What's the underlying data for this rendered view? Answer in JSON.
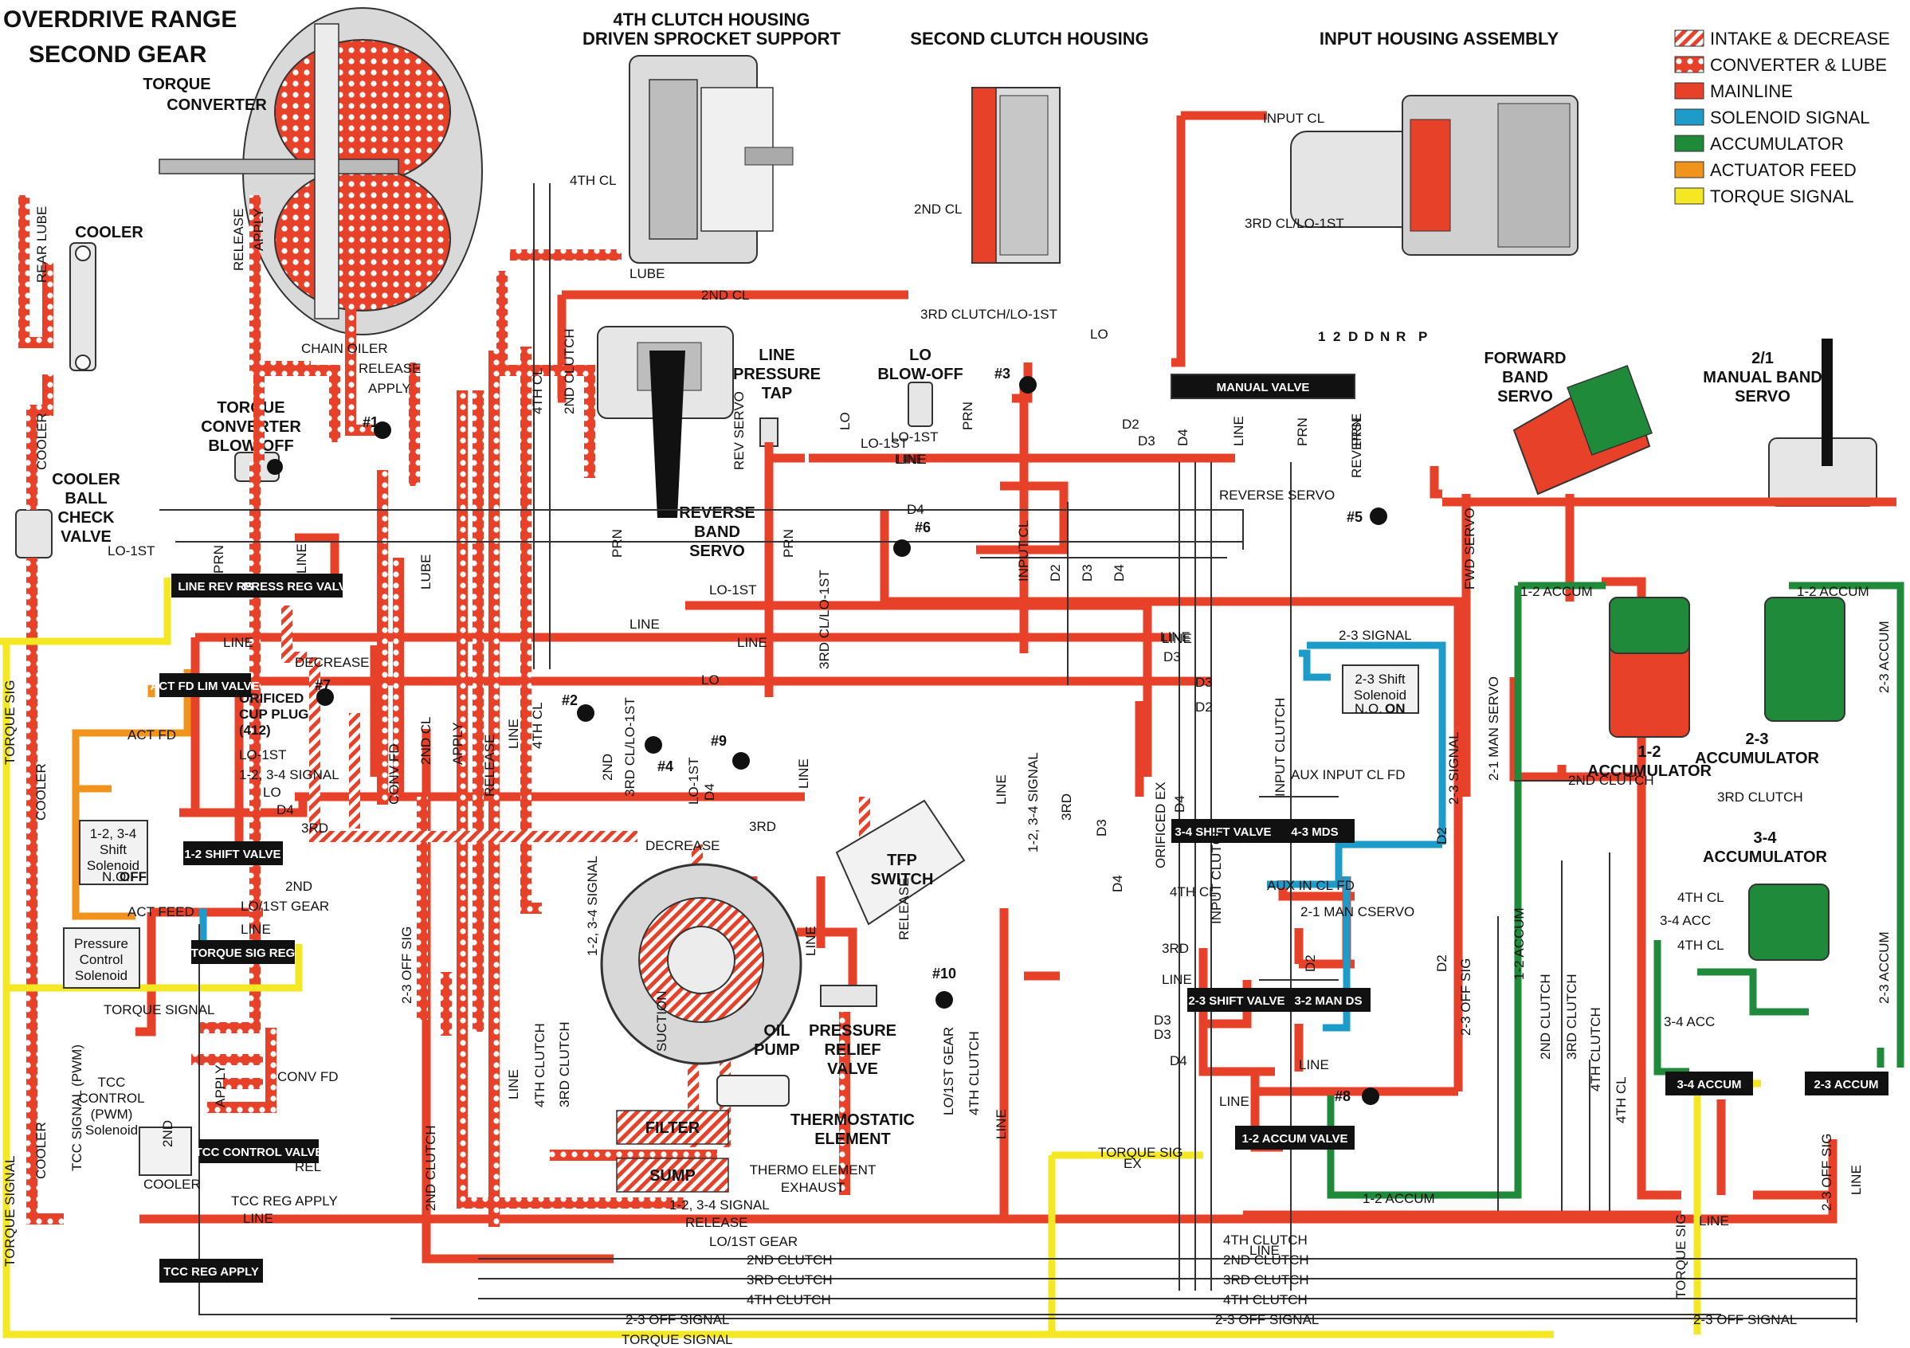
{
  "title": [
    "OVERDRIVE RANGE",
    "SECOND GEAR"
  ],
  "headers": {
    "torque_converter": [
      "TORQUE",
      "CONVERTER"
    ],
    "fourth_clutch": [
      "4TH CLUTCH HOUSING",
      "DRIVEN SPROCKET SUPPORT"
    ],
    "second_clutch": "SECOND CLUTCH HOUSING",
    "input_housing": "INPUT HOUSING ASSEMBLY",
    "cooler": "COOLER",
    "cooler_ball": [
      "COOLER",
      "BALL",
      "CHECK",
      "VALVE"
    ],
    "tc_blowoff": [
      "TORQUE",
      "CONVERTER",
      "BLOW-OFF"
    ],
    "line_pressure_tap": [
      "LINE",
      "PRESSURE",
      "TAP"
    ],
    "lo_blowoff": [
      "LO",
      "BLOW-OFF"
    ],
    "reverse_band_servo": [
      "REVERSE",
      "BAND",
      "SERVO"
    ],
    "forward_band_servo": [
      "FORWARD",
      "BAND",
      "SERVO"
    ],
    "manual_band_servo": [
      "2/1",
      "MANUAL BAND",
      "SERVO"
    ],
    "accum_12": [
      "1-2",
      "ACCUMULATOR"
    ],
    "accum_23": [
      "2-3",
      "ACCUMULATOR"
    ],
    "accum_34": [
      "3-4",
      "ACCUMULATOR"
    ],
    "tfp_switch": [
      "TFP",
      "SWITCH"
    ],
    "oil_pump": [
      "OIL",
      "PUMP"
    ],
    "pressure_relief": [
      "PRESSURE",
      "RELIEF",
      "VALVE"
    ],
    "thermostatic": [
      "THERMOSTATIC",
      "ELEMENT"
    ],
    "thermo_exhaust": [
      "THERMO ELEMENT",
      "EXHAUST"
    ],
    "filter": "FILTER",
    "sump": "SUMP",
    "suction": "SUCTION",
    "orificed_plug": [
      "ORIFICED",
      "CUP PLUG",
      "(412)"
    ],
    "shift_sol_12": [
      "1-2, 3-4",
      "Shift",
      "Solenoid"
    ],
    "shift_sol_23": [
      "2-3 Shift",
      "Solenoid"
    ],
    "pcs": [
      "Pressure",
      "Control",
      "Solenoid"
    ],
    "tcc_sol": [
      "TCC",
      "CONTROL",
      "(PWM)",
      "Solenoid"
    ],
    "range_letters": [
      "1",
      "2",
      "D",
      "D",
      "N",
      "R",
      "P"
    ],
    "sol_off": "OFF",
    "sol_on": "ON",
    "sol_no": "N.O."
  },
  "legend": [
    {
      "label": "INTAKE & DECREASE",
      "color": "#e8412a",
      "pattern": "hatch"
    },
    {
      "label": "CONVERTER & LUBE",
      "color": "#e8412a",
      "pattern": "dots"
    },
    {
      "label": "MAINLINE",
      "color": "#e8412a",
      "pattern": "solid"
    },
    {
      "label": "SOLENOID SIGNAL",
      "color": "#1d9bc9",
      "pattern": "solid"
    },
    {
      "label": "ACCUMULATOR",
      "color": "#1f8a3a",
      "pattern": "solid"
    },
    {
      "label": "ACTUATOR FEED",
      "color": "#f0941e",
      "pattern": "solid"
    },
    {
      "label": "TORQUE SIGNAL",
      "color": "#f3e823",
      "pattern": "solid"
    }
  ],
  "valves": {
    "manual": "MANUAL VALVE",
    "line_rev": "LINE REV RST",
    "press_reg": "PRESS REG VALVE",
    "act_fd_lim": "ACT FD LIM VALVE",
    "shift_12": "1-2 SHIFT VALVE",
    "torque_sig_reg": "TORQUE SIG REG",
    "tcc_control": "TCC CONTROL VALVE",
    "tcc_reg": "TCC REG APPLY",
    "shift_34": "3-4 SHIFT VALVE",
    "mds_43": "4-3 MDS",
    "shift_23": "2-3 SHIFT VALVE",
    "man_ds_32": "3-2 MAN DS",
    "accum_12": "1-2 ACCUM VALVE",
    "accum_34": "3-4 ACCUM",
    "accum_23": "2-3 ACCUM"
  },
  "checkballs": [
    "#1",
    "#2",
    "#3",
    "#4",
    "#5",
    "#6",
    "#7",
    "#8",
    "#9",
    "#10"
  ],
  "passages": {
    "lube": "LUBE",
    "cl2": "2ND CL",
    "cl4": "4TH CL",
    "input_cl": "INPUT CL",
    "cl3_lo1": "3RD CL/LO-1ST",
    "cl3_lo1_b": "3RD CLUTCH/LO-1ST",
    "lo": "LO",
    "chain_oiler": "CHAIN OILER",
    "release": "RELEASE",
    "apply": "APPLY",
    "rear_lube": "REAR LUBE",
    "cooler": "COOLER",
    "lo1st": "LO-1ST",
    "line": "LINE",
    "rev_servo": "REV SERVO",
    "reverse_servo": "REVERSE SERVO",
    "prn": "PRN",
    "d2": "D2",
    "d3": "D3",
    "d4": "D4",
    "reverse": "REVERSE",
    "fwd_servo": "FWD SERVO",
    "man_servo": "2-1 MAN SERVO",
    "accum12": "1-2 ACCUM",
    "accum23": "2-3 ACCUM",
    "signal23": "2-3 SIGNAL",
    "decrease": "DECREASE",
    "act_fd": "ACT FD",
    "act_feed": "ACT FEED",
    "sig_1234": "1-2, 3-4 SIGNAL",
    "lo1st_gear": "LO/1ST GEAR",
    "cl2nd": "2ND CLUTCH",
    "cl3rd": "3RD CLUTCH",
    "cl4th": "4TH CLUTCH",
    "second": "2ND",
    "third": "3RD",
    "torque_signal": "TORQUE SIGNAL",
    "torque_sig": "TORQUE SIG",
    "off_sig23": "2-3 OFF SIG",
    "off_signal23": "2-3 OFF SIGNAL",
    "conv_fd": "CONV FD",
    "rel": "REL",
    "tcc_reg_apply": "TCC REG APPLY",
    "tcc_signal": "TCC SIGNAL (PWM)",
    "aux_input": "AUX INPUT CL FD",
    "aux_in": "AUX IN CL FD",
    "man_cservo": "2-1 MAN CSERVO",
    "orificed_ex": "ORIFICED EX",
    "input_clutch": "INPUT CLUTCH",
    "acc34": "3-4 ACC",
    "ex": "EX",
    "cl2_lo1": "3RD CL/LO-1ST",
    "cl3lo": "3RD CL/LO-1ST",
    "acc23": "2-3 ACCUM",
    "man_servo2": "2-1 MAN SERVO",
    "input_cl_v": "INPUT CL"
  }
}
